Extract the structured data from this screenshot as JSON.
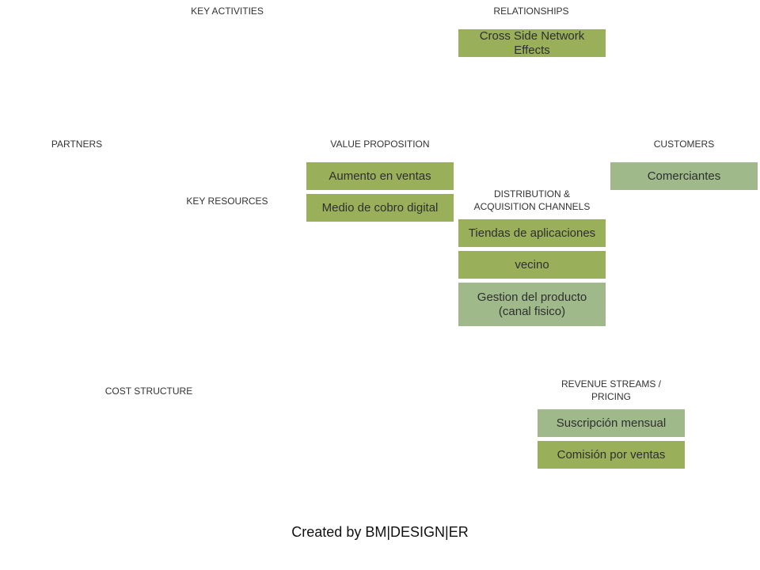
{
  "sections": {
    "key_activities": "KEY ACTIVITIES",
    "relationships": "RELATIONSHIPS",
    "partners": "PARTNERS",
    "value_proposition": "VALUE PROPOSITION",
    "customers": "CUSTOMERS",
    "key_resources": "KEY RESOURCES",
    "distribution_line1": "DISTRIBUTION  &",
    "distribution_line2": "ACQUISITION  CHANNELS",
    "cost_structure": "COST  STRUCTURE",
    "revenue_line1": "REVENUE  STREAMS  /",
    "revenue_line2": "PRICING"
  },
  "cards": {
    "relationships": [
      "Cross Side Network Effects"
    ],
    "value_proposition": [
      "Aumento en ventas",
      "Medio de cobro digital"
    ],
    "customers": [
      "Comerciantes"
    ],
    "channels": [
      "Tiendas de aplicaciones",
      "vecino",
      "Gestion del producto (canal fisico)"
    ],
    "revenue": [
      "Suscripción mensual",
      "Comisión por ventas"
    ]
  },
  "colors": {
    "olive_green": "#9aaf5a",
    "sage_green": "#9fb98b"
  },
  "footer": "Created by BM|DESIGN|ER"
}
